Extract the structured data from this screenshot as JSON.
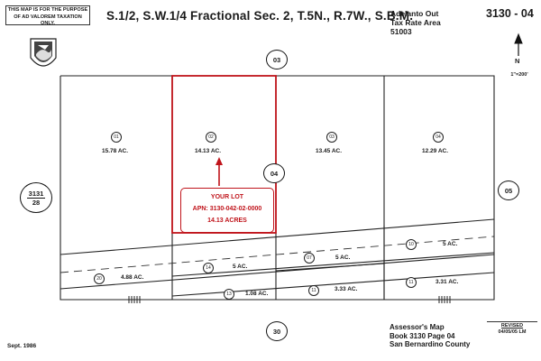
{
  "header": {
    "disclaimer_line1": "THIS MAP IS FOR THE PURPOSE",
    "disclaimer_line2": "OF AD VALOREM TAXATION ONLY.",
    "title": "S.1/2, S.W.1/4 Fractional Sec. 2, T.5N., R.7W., S.B.M.",
    "tax_rate_area_line1": "Adelanto Out",
    "tax_rate_area_line2": "Tax Rate Area",
    "tax_rate_area_line3": "51003",
    "map_number": "3130 - 04",
    "map_number_corner": "04"
  },
  "north_arrow": {
    "letter": "N",
    "scale": "1\"=200'"
  },
  "adjoining_pages": {
    "top": "03",
    "bottom": "30",
    "right": "05",
    "left_book": "3131",
    "left_page": "28",
    "center": "04"
  },
  "parcels": [
    {
      "id": "01",
      "area": "15.78 AC."
    },
    {
      "id": "02",
      "area": "14.13 AC."
    },
    {
      "id": "03",
      "area": "13.45 AC."
    },
    {
      "id": "04",
      "area": "12.29 AC."
    },
    {
      "id": "20",
      "area": "4.88 AC."
    },
    {
      "id": "14",
      "area": "5 AC."
    },
    {
      "id": "13",
      "area": "1.08 AC."
    },
    {
      "id": "07",
      "area": "5 AC."
    },
    {
      "id": "11",
      "area": "3.33 AC."
    },
    {
      "id": "10",
      "area": "5 AC."
    },
    {
      "id": "11",
      "area": "3.31 AC."
    }
  ],
  "callout": {
    "line1": "YOUR LOT",
    "line2": "APN: 3130-042-02-0000",
    "line3": "14.13 ACRES",
    "color": "#c0141b"
  },
  "footer": {
    "date": "Sept. 1986",
    "assessor_line1": "Assessor's Map",
    "assessor_line2": "Book 3130 Page 04",
    "assessor_line3": "San Bernardino County",
    "revised_label": "REVISED",
    "revised_date": "04/05/05 LM"
  }
}
